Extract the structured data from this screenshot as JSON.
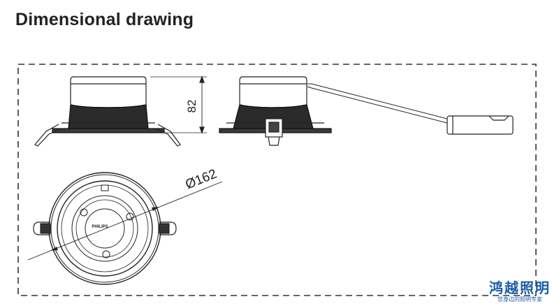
{
  "page": {
    "title": "Dimensional drawing"
  },
  "dimensions": {
    "height_label": "82",
    "diameter_label": "Ø162"
  },
  "front_view": {
    "logo_text": "PHILIPS"
  },
  "watermark": {
    "brand": "鸿越照明",
    "tagline": "您身边的照明专家",
    "color": "#1c5aa8"
  }
}
